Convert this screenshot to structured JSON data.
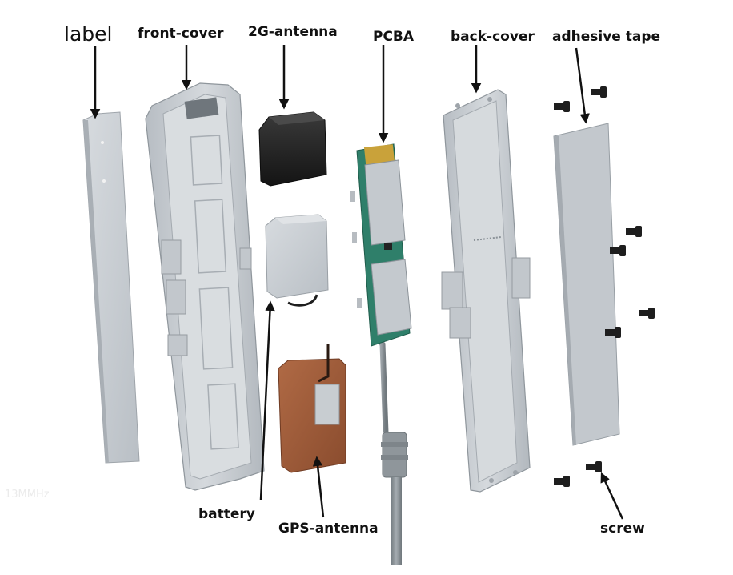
{
  "labels": {
    "label": "label",
    "front_cover": "front-cover",
    "antenna_2g": "2G-antenna",
    "pcba": "PCBA",
    "back_cover": "back-cover",
    "adhesive_tape": "adhesive tape",
    "battery": "battery",
    "gps_antenna": "GPS-antenna",
    "screw": "screw"
  },
  "watermark": "13MMHz",
  "colors": {
    "plastic": "#c9ced3",
    "plastic_dark": "#a4aab0",
    "antenna_2g": "#262626",
    "gps_antenna": "#9a5a3a",
    "pcb": "#2f7f6a",
    "cable": "#8b9297",
    "arrow": "#111111"
  }
}
